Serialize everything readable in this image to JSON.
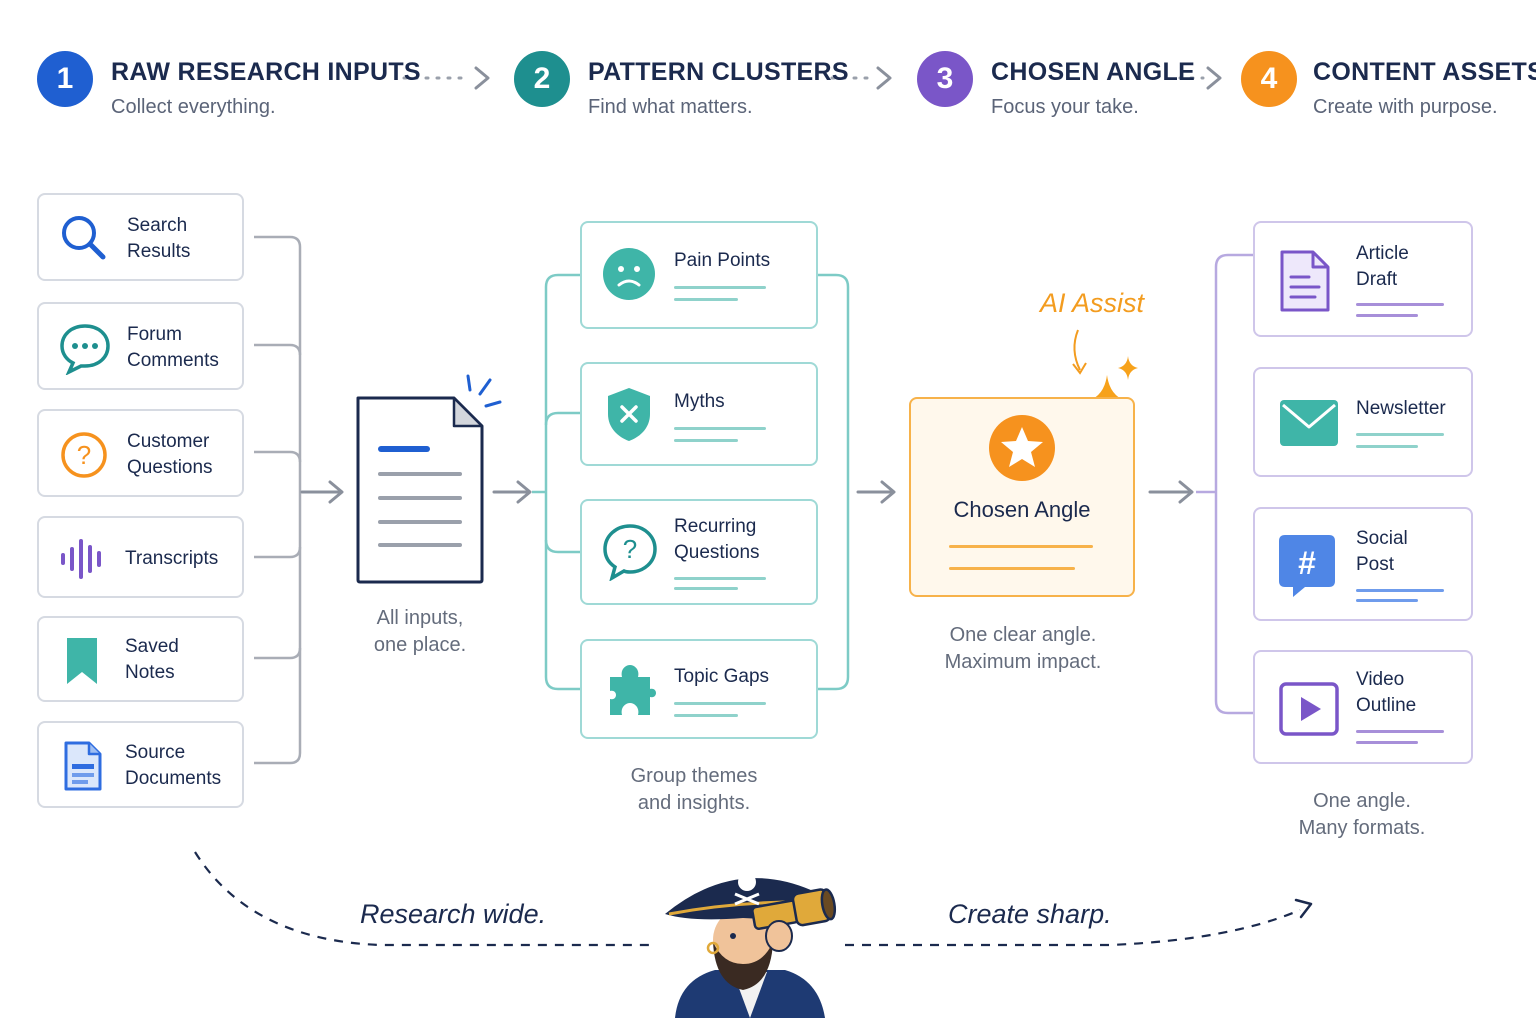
{
  "colors": {
    "step1": "#1f5fd1",
    "step2": "#1e8f8f",
    "step3": "#7a56c8",
    "step4": "#f6921e",
    "source_border": "#d6dae2",
    "cluster_border": "#9fd9d6",
    "angle_border": "#f7b24a",
    "asset_border": "#cfc6ea",
    "ai_assist": "#f39c1f"
  },
  "steps": [
    {
      "number": "1",
      "title": "RAW RESEARCH INPUTS",
      "subtitle": "Collect everything."
    },
    {
      "number": "2",
      "title": "PATTERN CLUSTERS",
      "subtitle": "Find what matters."
    },
    {
      "number": "3",
      "title": "CHOSEN ANGLE",
      "subtitle": "Focus your take."
    },
    {
      "number": "4",
      "title": "CONTENT ASSETS",
      "subtitle": "Create with purpose."
    }
  ],
  "sources": [
    {
      "label": "Search\nResults",
      "icon": "magnifier-icon"
    },
    {
      "label": "Forum\nComments",
      "icon": "chat-bubble-icon"
    },
    {
      "label": "Customer\nQuestions",
      "icon": "question-circle-icon"
    },
    {
      "label": "Transcripts",
      "icon": "audio-wave-icon"
    },
    {
      "label": "Saved\nNotes",
      "icon": "bookmark-icon"
    },
    {
      "label": "Source\nDocuments",
      "icon": "document-icon"
    }
  ],
  "collect_caption": "All inputs,\none place.",
  "clusters": [
    {
      "label": "Pain Points",
      "icon": "sad-face-icon"
    },
    {
      "label": "Myths",
      "icon": "shield-x-icon"
    },
    {
      "label": "Recurring\nQuestions",
      "icon": "question-bubble-icon"
    },
    {
      "label": "Topic Gaps",
      "icon": "puzzle-piece-icon"
    }
  ],
  "clusters_caption": "Group themes\nand insights.",
  "angle": {
    "label": "Chosen Angle",
    "ai_label": "AI Assist",
    "caption": "One clear angle.\nMaximum impact."
  },
  "assets": [
    {
      "label": "Article\nDraft",
      "icon": "article-icon"
    },
    {
      "label": "Newsletter",
      "icon": "envelope-icon"
    },
    {
      "label": "Social\nPost",
      "icon": "hashtag-icon"
    },
    {
      "label": "Video\nOutline",
      "icon": "play-icon"
    }
  ],
  "assets_caption": "One angle.\nMany formats.",
  "footer": {
    "left_tagline": "Research wide.",
    "right_tagline": "Create sharp.",
    "mascot": "pirate-spyglass-icon"
  }
}
